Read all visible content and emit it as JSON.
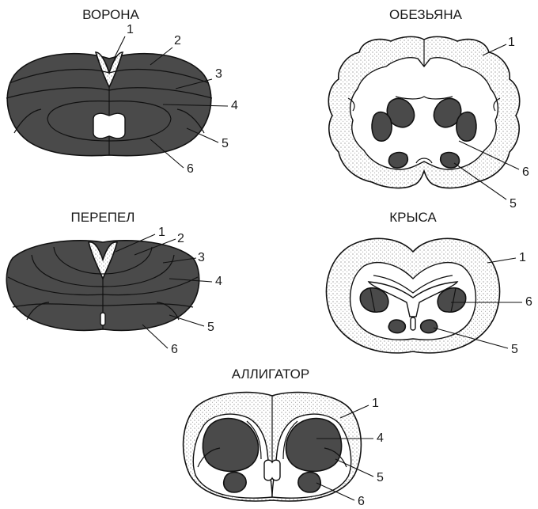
{
  "panels": {
    "crow": {
      "title": "ВОРОНА",
      "labels": [
        "1",
        "2",
        "3",
        "4",
        "5",
        "6"
      ]
    },
    "monkey": {
      "title": "ОБЕЗЬЯНА",
      "labels": [
        "1",
        "6",
        "5"
      ]
    },
    "quail": {
      "title": "ПЕРЕПЕЛ",
      "labels": [
        "1",
        "2",
        "3",
        "4",
        "5",
        "6"
      ]
    },
    "rat": {
      "title": "КРЫСА",
      "labels": [
        "1",
        "6",
        "5"
      ]
    },
    "alligator": {
      "title": "АЛЛИГАТОР",
      "labels": [
        "1",
        "4",
        "5",
        "6"
      ]
    }
  },
  "colors": {
    "dark_region": "#4a4a4a",
    "outline": "#111111",
    "stipple": "#777777"
  }
}
